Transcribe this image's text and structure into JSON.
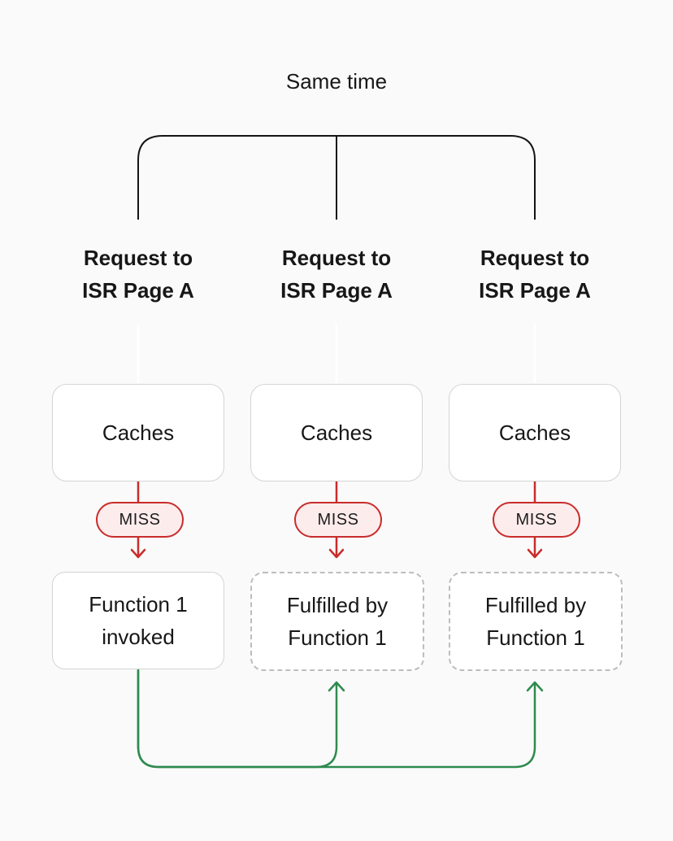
{
  "title": "Same time",
  "columns": [
    {
      "request": {
        "line1": "Request to",
        "line2": "ISR Page A"
      },
      "cache_label": "Caches",
      "status": "MISS",
      "result": {
        "line1": "Function 1",
        "line2": "invoked",
        "style": "solid"
      }
    },
    {
      "request": {
        "line1": "Request to",
        "line2": "ISR Page A"
      },
      "cache_label": "Caches",
      "status": "MISS",
      "result": {
        "line1": "Fulfilled by",
        "line2": "Function 1",
        "style": "dashed"
      }
    },
    {
      "request": {
        "line1": "Request to",
        "line2": "ISR Page A"
      },
      "cache_label": "Caches",
      "status": "MISS",
      "result": {
        "line1": "Fulfilled by",
        "line2": "Function 1",
        "style": "dashed"
      }
    }
  ],
  "colors": {
    "background": "#fafafa",
    "box_fill": "#ffffff",
    "box_border": "#d4d4d4",
    "dashed_border": "#bdbdbd",
    "bracket_line": "#141414",
    "miss_red": "#c92c2c",
    "miss_fill": "#fdecec",
    "flow_green": "#2e8b4e",
    "text": "#171717"
  }
}
